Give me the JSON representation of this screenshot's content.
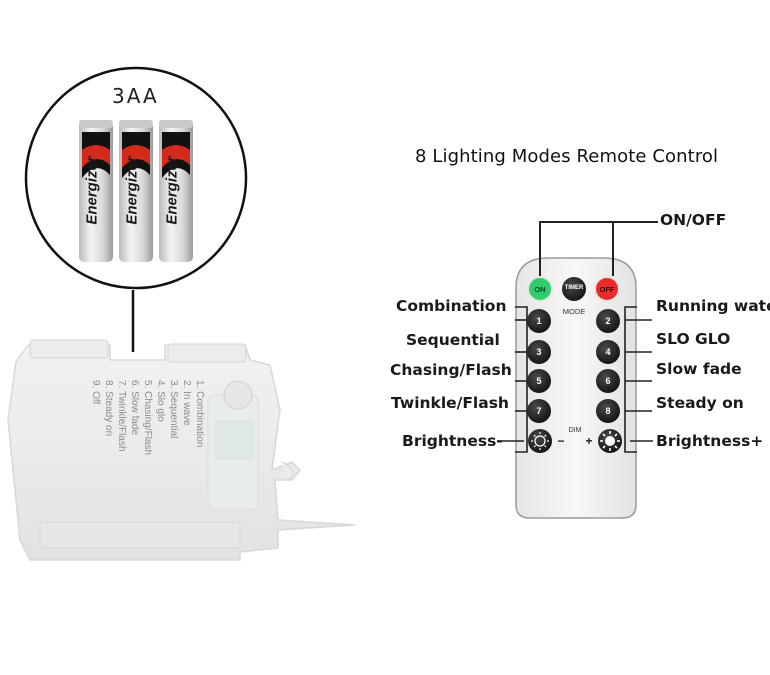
{
  "battery_callout": {
    "label": "3AA",
    "brand": "Energizer",
    "count": 3
  },
  "remote_title": "8 Lighting Modes Remote Control",
  "remote": {
    "top_buttons": [
      {
        "label": "ON",
        "color": "#2ecf6a"
      },
      {
        "label": "TIMER",
        "color": "#333333"
      },
      {
        "label": "OFF",
        "color": "#ee2b2b"
      }
    ],
    "mode_label": "MODE",
    "dim_label": "DIM",
    "dim_minus": "−",
    "dim_plus": "+",
    "number_buttons": [
      "1",
      "2",
      "3",
      "4",
      "5",
      "6",
      "7",
      "8"
    ]
  },
  "callouts": {
    "on_off": "ON/OFF",
    "left": [
      "Combination",
      "Sequential",
      "Chasing/Flash",
      "Twinkle/Flash",
      "Brightness-"
    ],
    "right": [
      "Running wate",
      "SLO GLO",
      "Slow fade",
      "Steady on",
      "Brightness+"
    ]
  },
  "battery_box_modes": [
    "1. Combination",
    "2. In wave",
    "3. Sequential",
    "4. Slo glo",
    "5. Chasing/Flash",
    "6. Slow fade",
    "7. Twinkle/Flash",
    "8. Steady on",
    "9. Off"
  ],
  "colors": {
    "remote_body": "#f1f1f1",
    "button_dark": "#1e1e1e",
    "battery_red": "#d42a1c"
  }
}
